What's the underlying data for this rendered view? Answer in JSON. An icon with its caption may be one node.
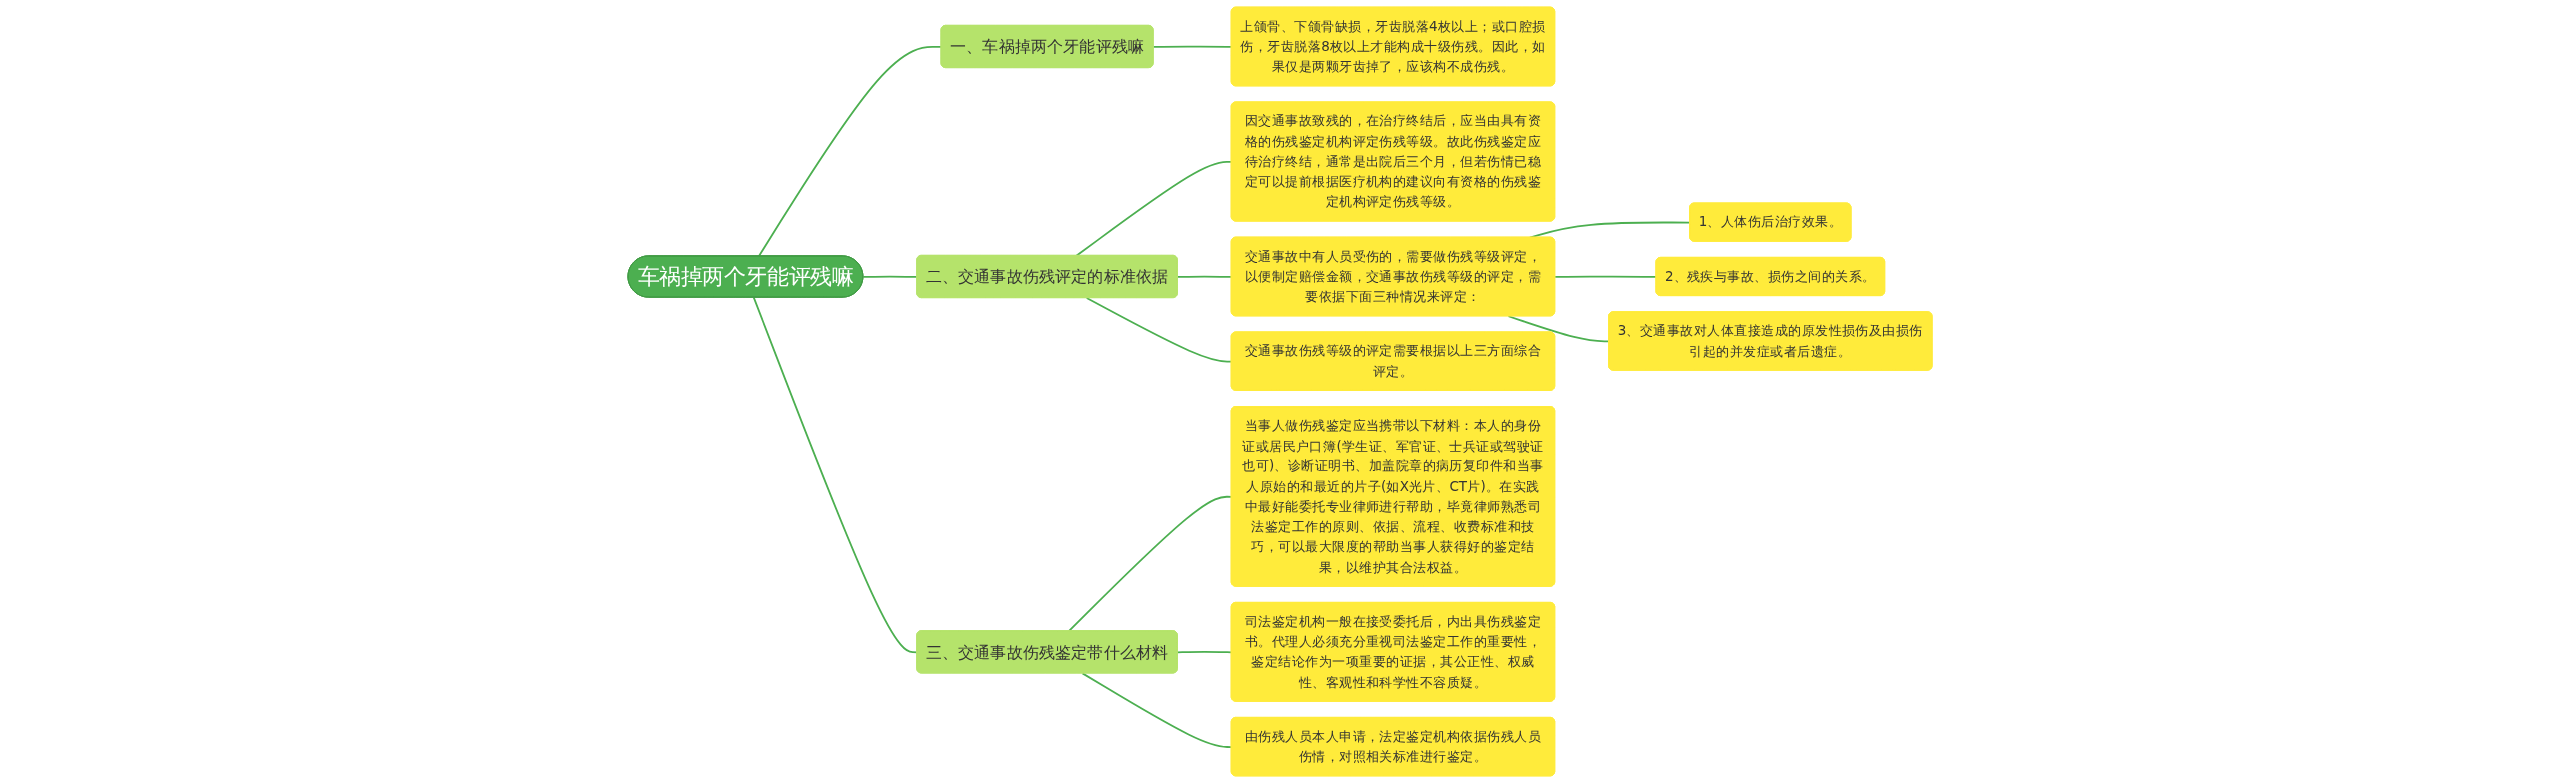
{
  "diagram": {
    "nodes": [
      {
        "text": [
          "车祸掉两个牙能评残嘛"
        ]
      },
      {
        "text": [
          "一、车祸掉两个牙能评残嘛"
        ]
      },
      {
        "text": [
          "上颌骨、下颌骨缺损，牙齿脱落4枚以上；或口腔损伤，牙齿脱落8枚以上才能构成十级伤残。因此，如果仅是两颗牙齿掉了，应该构不成伤残。"
        ]
      },
      {
        "text": [
          "二、交通事故伤残评定的标准依据"
        ]
      },
      {
        "text": [
          "因交通事故致残的，在治疗终结后，应当由具有资格的伤残鉴定机构评定伤残等级。故此伤残鉴定应待治疗终结，通常是出院后三个月，但若伤情已稳定可以提前根据医疗机构的建议向有资格的伤残鉴定机构评定伤残等级。"
        ]
      },
      {
        "text": [
          "交通事故中有人员受伤的，需要做伤残等级评定，以便制定赔偿金额，交通事故伤残等级的评定，需要依据下面三种情况来评定："
        ]
      },
      {
        "text": [
          "1、人体伤后治疗效果。"
        ]
      },
      {
        "text": [
          "2、残疾与事故、损伤之间的关系。"
        ]
      },
      {
        "text": [
          "3、交通事故对人体直接造成的原发性损伤及由损伤引起的并发症或者后遗症。"
        ]
      },
      {
        "text": [
          "交通事故伤残等级的评定需要根据以上三方面综合评定。"
        ]
      },
      {
        "text": [
          "三、交通事故伤残鉴定带什么材料"
        ]
      },
      {
        "text": [
          "当事人做伤残鉴定应当携带以下材料：本人的身份证或居民户口簿(学生证、军官证、士兵证或驾驶证也可)、诊断证明书、加盖院章的病历复印件和当事人原始的和最近的片子(如X光片、CT片)。在实践中最好能委托专业律师进行帮助，毕竟律师熟悉司法鉴定工作的原则、依据、流程、收费标准和技巧，可以最大限度的帮助当事人获得好的鉴定结果，以维护其合法权益。"
        ]
      },
      {
        "text": [
          "司法鉴定机构一般在接受委托后，内出具伤残鉴定书。代理人必须充分重视司法鉴定工作的重要性，鉴定结论作为一项重要的证据，其公正性、权威性、客观性和科学性不容质疑。"
        ]
      },
      {
        "text": [
          "由伤残人员本人申请，法定鉴定机构依据伤残人员伤情，对照相关标准进行鉴定。"
        ]
      }
    ],
    "edges": [
      {
        "from": 0,
        "to": 1,
        "arrow": "none"
      },
      {
        "from": 1,
        "to": 2,
        "arrow": "none"
      },
      {
        "from": 0,
        "to": 3,
        "arrow": "none"
      },
      {
        "from": 3,
        "to": 4,
        "arrow": "none"
      },
      {
        "from": 3,
        "to": 5,
        "arrow": "none"
      },
      {
        "from": 5,
        "to": 6,
        "arrow": "none"
      },
      {
        "from": 5,
        "to": 7,
        "arrow": "none"
      },
      {
        "from": 5,
        "to": 8,
        "arrow": "none"
      },
      {
        "from": 3,
        "to": 9,
        "arrow": "none"
      },
      {
        "from": 0,
        "to": 10,
        "arrow": "none"
      },
      {
        "from": 10,
        "to": 11,
        "arrow": "none"
      },
      {
        "from": 10,
        "to": 12,
        "arrow": "none"
      },
      {
        "from": 10,
        "to": 13,
        "arrow": "none"
      }
    ]
  }
}
